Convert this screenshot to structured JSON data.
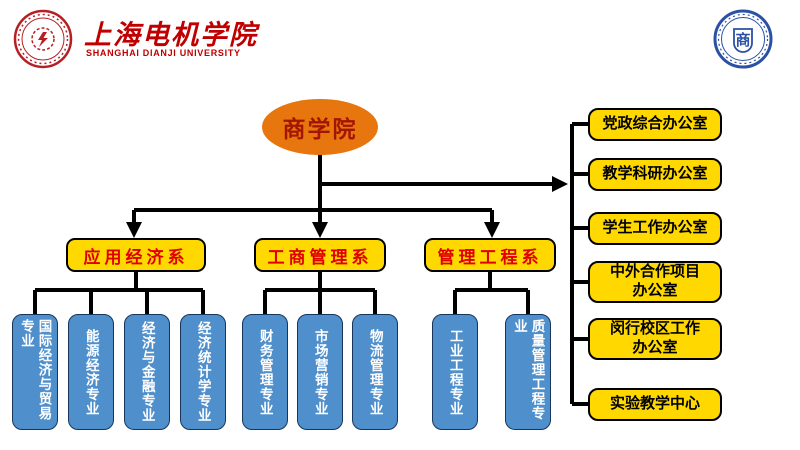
{
  "header": {
    "university_name_cn": "上海电机学院",
    "university_name_en": "SHANGHAI DIANJI UNIVERSITY",
    "right_seal_char": "商"
  },
  "chart": {
    "root": "商学院",
    "departments": [
      {
        "name": "应用经济系",
        "majors": [
          "国际经济与贸易专业",
          "能源经济专业",
          "经济与金融专业",
          "经济统计学专业"
        ]
      },
      {
        "name": "工商管理系",
        "majors": [
          "财务管理专业",
          "市场营销专业",
          "物流管理专业"
        ]
      },
      {
        "name": "管理工程系",
        "majors": [
          "工业工程专业",
          "质量管理工程专业"
        ]
      }
    ],
    "offices": [
      "党政综合办公室",
      "教学科研办公室",
      "学生工作办公室",
      "中外合作项目办公室",
      "闵行校区工作办公室",
      "实验教学中心"
    ]
  },
  "colors": {
    "root_fill": "#e8760e",
    "dept_fill": "#ffd800",
    "major_fill": "#4f8fcc",
    "office_fill": "#ffd800",
    "accent_red": "#c00000",
    "line_black": "#000000"
  }
}
